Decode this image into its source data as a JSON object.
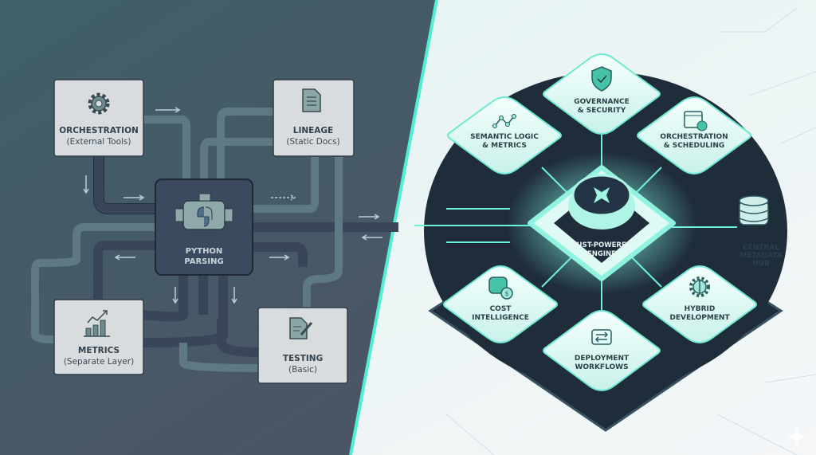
{
  "legacy": {
    "engine": {
      "line1": "PYTHON",
      "line2": "PARSING",
      "icon": "python-engine-icon"
    },
    "nodes": [
      {
        "title": "ORCHESTRATION",
        "subtitle": "(External Tools)",
        "icon": "gear-icon"
      },
      {
        "title": "LINEAGE",
        "subtitle": "(Static Docs)",
        "icon": "document-icon"
      },
      {
        "title": "METRICS",
        "subtitle": "(Separate Layer)",
        "icon": "bar-chart-icon"
      },
      {
        "title": "TESTING",
        "subtitle": "(Basic)",
        "icon": "edit-document-icon"
      }
    ]
  },
  "modern": {
    "engine": {
      "line1": "RUST-POWERED",
      "line2": "ENGINE",
      "icon": "star-logo-icon"
    },
    "hub": {
      "line1": "CENTRAL",
      "line2": "METADATA",
      "line3": "HUB",
      "icon": "database-icon"
    },
    "nodes": [
      {
        "line1": "GOVERNANCE",
        "line2": "& SECURITY",
        "icon": "shield-check-icon"
      },
      {
        "line1": "SEMANTIC LOGIC",
        "line2": "& METRICS",
        "icon": "line-chart-icon"
      },
      {
        "line1": "ORCHESTRATION",
        "line2": "& SCHEDULING",
        "icon": "calendar-clock-icon"
      },
      {
        "line1": "COST",
        "line2": "INTELLIGENCE",
        "icon": "coins-dollar-icon"
      },
      {
        "line1": "HYBRID",
        "line2": "DEVELOPMENT",
        "icon": "gear-half-icon"
      },
      {
        "line1": "DEPLOYMENT",
        "line2": "WORKFLOWS",
        "icon": "swap-arrows-icon"
      }
    ]
  },
  "colors": {
    "left_bg": "#45606a",
    "right_bg": "#eef4f4",
    "accent": "#3fe0c5",
    "platform": "#1f2c3a"
  }
}
